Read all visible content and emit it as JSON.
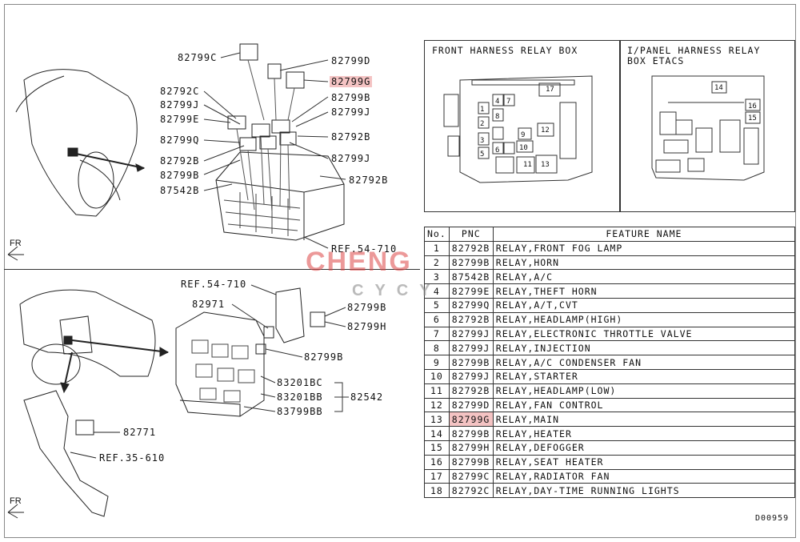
{
  "labels_top": {
    "c82799c": "82799C",
    "c82799d": "82799D",
    "c82799g": "82799G",
    "c82792c": "82792C",
    "c82799b_1": "82799B",
    "c82799j_1": "82799J",
    "c82799j_2": "82799J",
    "c82799e": "82799E",
    "c82792b_1": "82792B",
    "c82799q": "82799Q",
    "c82799j_3": "82799J",
    "c82792b_2": "82792B",
    "c82792b_3": "82792B",
    "c82799b_2": "82799B",
    "c87542b": "87542B",
    "ref": "REF.54-710"
  },
  "labels_bottom": {
    "ref1": "REF.54-710",
    "c82971": "82971",
    "c82799b_1": "82799B",
    "c82799h": "82799H",
    "c82799b_2": "82799B",
    "c83201bc": "83201BC",
    "c83201bb": "83201BB",
    "c82542": "82542",
    "c83799bb": "83799BB",
    "c82771": "82771",
    "ref2": "REF.35-610"
  },
  "fr_top": "FR",
  "fr_bottom": "FR",
  "panel_front": {
    "title_line1": "FRONT HARNESS RELAY BOX",
    "title_line2": ""
  },
  "panel_ipanel": {
    "title_line1": "I/PANEL HARNESS RELAY",
    "title_line2": "BOX ETACS"
  },
  "front_box_numbers": [
    "1",
    "2",
    "3",
    "4",
    "5",
    "6",
    "7",
    "8",
    "9",
    "10",
    "11",
    "12",
    "13",
    "17"
  ],
  "ipanel_box_numbers": [
    "14",
    "15",
    "16"
  ],
  "table": {
    "headers": {
      "no": "No.",
      "pnc": "PNC",
      "feature": "FEATURE NAME"
    },
    "rows": [
      {
        "no": "1",
        "pnc": "82792B",
        "feature": "RELAY,FRONT FOG LAMP"
      },
      {
        "no": "2",
        "pnc": "82799B",
        "feature": "RELAY,HORN"
      },
      {
        "no": "3",
        "pnc": "87542B",
        "feature": "RELAY,A/C"
      },
      {
        "no": "4",
        "pnc": "82799E",
        "feature": "RELAY,THEFT HORN"
      },
      {
        "no": "5",
        "pnc": "82799Q",
        "feature": "RELAY,A/T,CVT"
      },
      {
        "no": "6",
        "pnc": "82792B",
        "feature": "RELAY,HEADLAMP(HIGH)"
      },
      {
        "no": "7",
        "pnc": "82799J",
        "feature": "RELAY,ELECTRONIC THROTTLE VALVE"
      },
      {
        "no": "8",
        "pnc": "82799J",
        "feature": "RELAY,INJECTION"
      },
      {
        "no": "9",
        "pnc": "82799B",
        "feature": "RELAY,A/C CONDENSER FAN"
      },
      {
        "no": "10",
        "pnc": "82799J",
        "feature": "RELAY,STARTER"
      },
      {
        "no": "11",
        "pnc": "82792B",
        "feature": "RELAY,HEADLAMP(LOW)"
      },
      {
        "no": "12",
        "pnc": "82799D",
        "feature": "RELAY,FAN CONTROL"
      },
      {
        "no": "13",
        "pnc": "82799G",
        "feature": "RELAY,MAIN"
      },
      {
        "no": "14",
        "pnc": "82799B",
        "feature": "RELAY,HEATER"
      },
      {
        "no": "15",
        "pnc": "82799H",
        "feature": "RELAY,DEFOGGER"
      },
      {
        "no": "16",
        "pnc": "82799B",
        "feature": "RELAY,SEAT HEATER"
      },
      {
        "no": "17",
        "pnc": "82799C",
        "feature": "RELAY,RADIATOR FAN"
      },
      {
        "no": "18",
        "pnc": "82792C",
        "feature": "RELAY,DAY-TIME RUNNING LIGHTS"
      }
    ],
    "highlight_row": "13",
    "highlight_color": "#f4c3c3"
  },
  "watermark": {
    "line1": "CHENG",
    "line2": "CYCY"
  },
  "diagram_code": "D00959"
}
